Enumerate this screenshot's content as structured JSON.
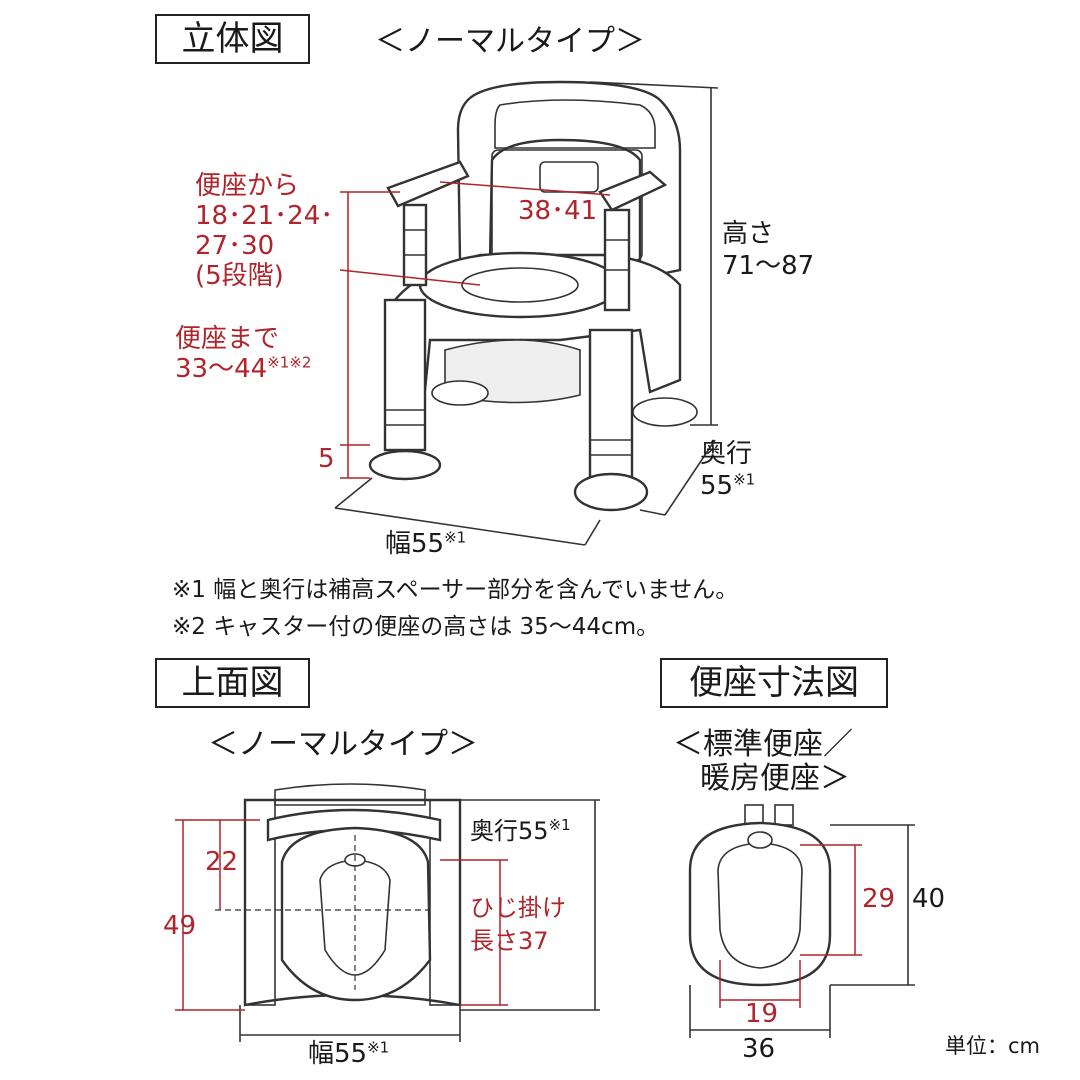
{
  "sections": {
    "perspective": {
      "title": "立体図",
      "subtitle": "＜ノーマルタイプ＞",
      "labels": {
        "armrest_from_seat": [
          "便座から",
          "18･21･24･",
          "27･30",
          "(5段階)"
        ],
        "armrest_span": "38･41",
        "seat_height": [
          "便座まで",
          "33〜44"
        ],
        "seat_height_note": "※1※2",
        "foot": "5",
        "height": [
          "高さ",
          "71〜87"
        ],
        "depth": [
          "奥行",
          "55"
        ],
        "depth_note": "※1",
        "width": "幅55",
        "width_note": "※1"
      }
    },
    "notes": [
      "※1  幅と奥行は補高スペーサー部分を含んでいません。",
      "※2  キャスター付の便座の高さは 35〜44cm。"
    ],
    "top_view": {
      "title": "上面図",
      "subtitle": "＜ノーマルタイプ＞",
      "labels": {
        "front_to_center": "22",
        "seat_depth": "49",
        "elbow": [
          "ひじ掛け",
          "長さ37"
        ],
        "depth": "奥行55",
        "depth_note": "※1",
        "width": "幅55",
        "width_note": "※1"
      }
    },
    "seat_view": {
      "title": "便座寸法図",
      "subtitle": [
        "＜標準便座／",
        "暖房便座＞"
      ],
      "labels": {
        "hole_length": "29",
        "outer_length": "40",
        "hole_width": "19",
        "outer_width": "36"
      }
    }
  },
  "unit": "単位：cm",
  "colors": {
    "dimension_red": "#b0242c",
    "line": "#333333"
  }
}
